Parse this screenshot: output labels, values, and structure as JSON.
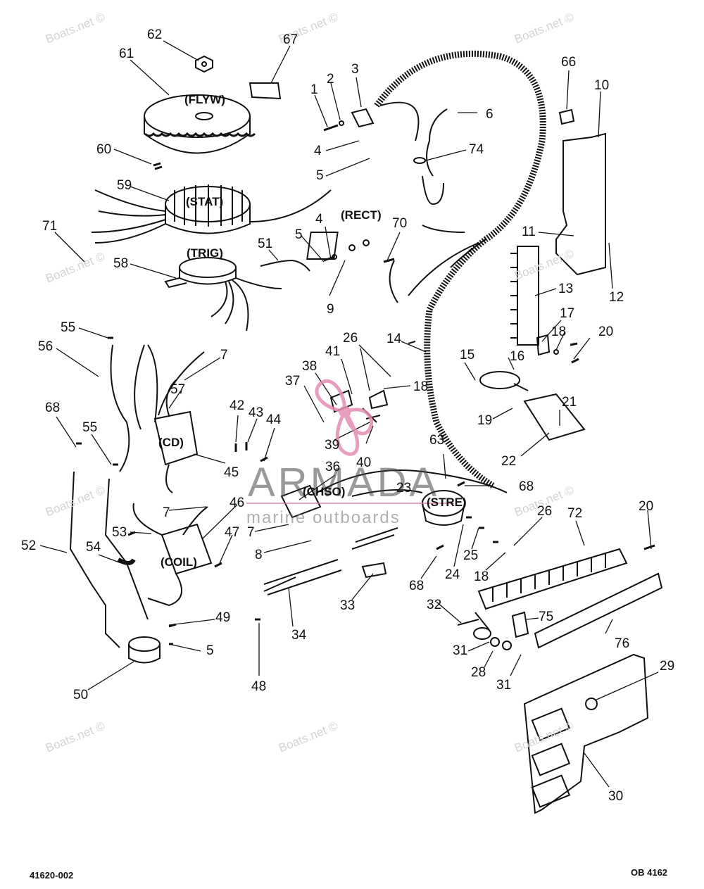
{
  "footer": {
    "left_code": "41620-002",
    "right_code": "OB 4162"
  },
  "watermark": {
    "text": "Boats.net ©"
  },
  "logo": {
    "word": "ARMADA",
    "subtitle": "marine outboards",
    "color_pink": "#e48cb4"
  },
  "component_tags": {
    "flyw": "(FLYW)",
    "stat": "(STAT)",
    "trig": "(TRIG)",
    "rect": "(RECT)",
    "cd": "(CD)",
    "chso": "(CHSO)",
    "stre": "(STRE)",
    "coil": "(COIL)"
  },
  "part_numbers": [
    "62",
    "67",
    "61",
    "1",
    "2",
    "3",
    "6",
    "66",
    "10",
    "60",
    "4",
    "74",
    "5",
    "59",
    "4",
    "70",
    "5",
    "11",
    "71",
    "51",
    "58",
    "12",
    "13",
    "9",
    "55",
    "17",
    "18",
    "20",
    "26",
    "14",
    "56",
    "7",
    "15",
    "16",
    "41",
    "18",
    "38",
    "57",
    "37",
    "21",
    "68",
    "42",
    "43",
    "44",
    "19",
    "55",
    "39",
    "63",
    "22",
    "45",
    "40",
    "36",
    "23",
    "68",
    "46",
    "20",
    "7",
    "7",
    "72",
    "26",
    "53",
    "47",
    "52",
    "8",
    "54",
    "68",
    "24",
    "25",
    "18",
    "33",
    "32",
    "75",
    "49",
    "34",
    "76",
    "5",
    "31",
    "29",
    "28",
    "31",
    "50",
    "48",
    "30"
  ]
}
